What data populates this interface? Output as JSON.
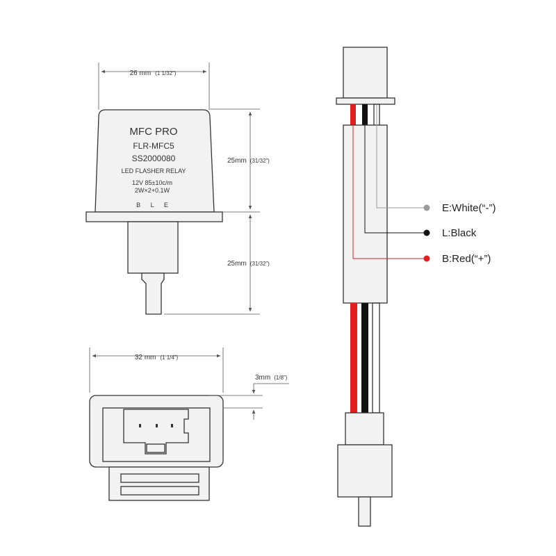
{
  "relay_label": {
    "brand": "MFC PRO",
    "model": "FLR-MFC5",
    "code": "SS2000080",
    "type": "LED FLASHER RELAY",
    "spec1": "12V 85±10c/m",
    "spec2": "2W×2+0.1W",
    "pins": "B L E"
  },
  "dimensions": {
    "width_top": {
      "metric": "26 mm",
      "imperial": "(1 1/32”)"
    },
    "height_body": {
      "metric": "25mm",
      "imperial": "(31/32”)"
    },
    "height_plug": {
      "metric": "25mm",
      "imperial": "(31/32”)"
    },
    "width_bottom": {
      "metric": "32 mm",
      "imperial": "(1 1/4”)"
    },
    "thickness": {
      "metric": "3mm",
      "imperial": "(1/8”)"
    }
  },
  "wires": [
    {
      "label": "E:White(“-”)",
      "color": "#9a9a9a"
    },
    {
      "label": "L:Black",
      "color": "#111111"
    },
    {
      "label": "B:Red(“+”)",
      "color": "#e02020"
    }
  ],
  "colors": {
    "red": "#e02020",
    "black": "#111111",
    "white": "#cccccc"
  }
}
